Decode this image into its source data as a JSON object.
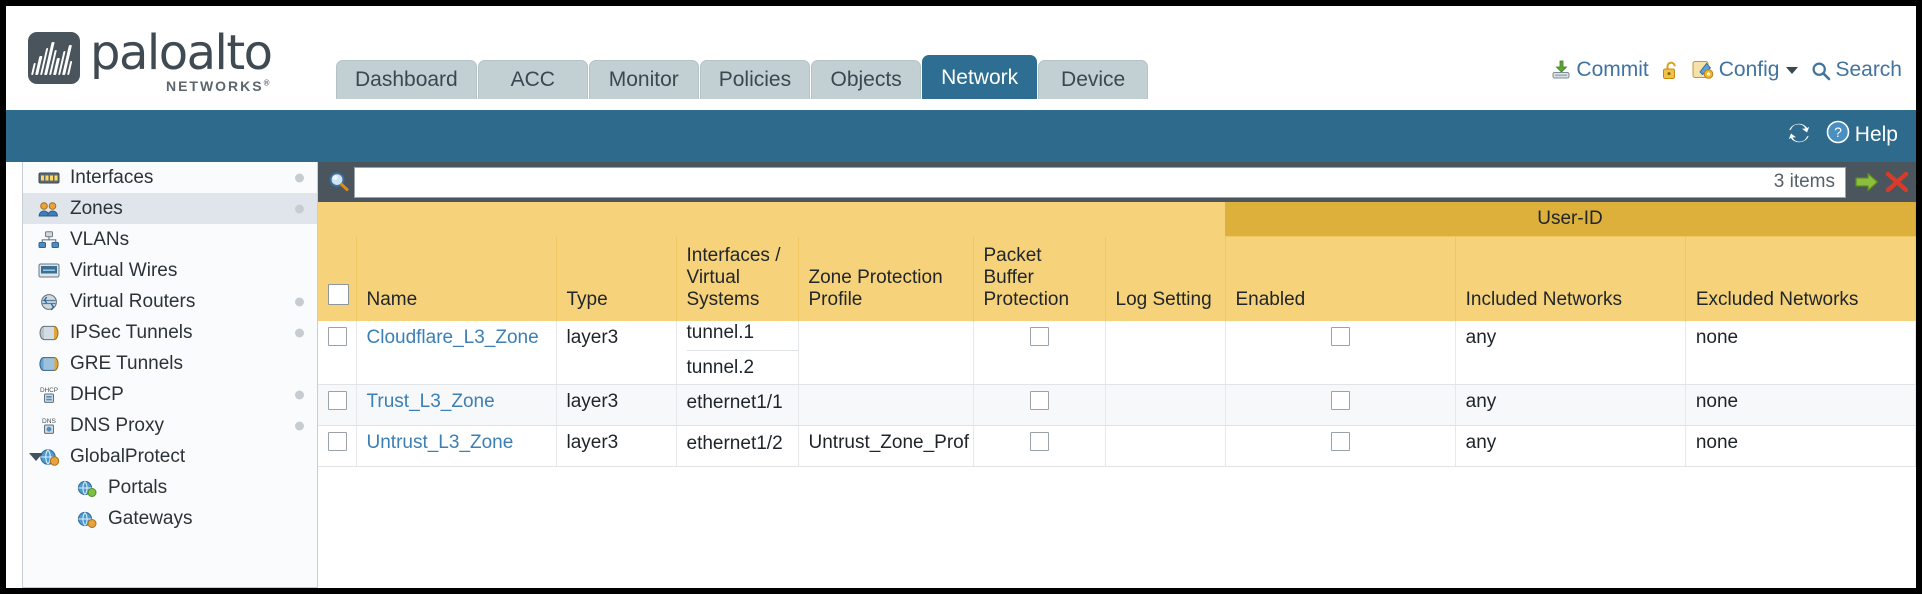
{
  "brand": {
    "word": "paloalto",
    "sub": "NETWORKS",
    "sub_mark": "®"
  },
  "tabs": [
    {
      "label": "Dashboard",
      "active": false
    },
    {
      "label": "ACC",
      "active": false
    },
    {
      "label": "Monitor",
      "active": false
    },
    {
      "label": "Policies",
      "active": false
    },
    {
      "label": "Objects",
      "active": false
    },
    {
      "label": "Network",
      "active": true
    },
    {
      "label": "Device",
      "active": false
    }
  ],
  "header_actions": {
    "commit": "Commit",
    "lock_icon": "padlock-unlocked-icon",
    "config": "Config",
    "search": "Search"
  },
  "bluebar": {
    "refresh_icon": "refresh-icon",
    "help": "Help"
  },
  "sidebar": {
    "items": [
      {
        "label": "Interfaces",
        "icon": "interfaces-icon",
        "selected": false,
        "dot": true,
        "indent": false,
        "caret": false
      },
      {
        "label": "Zones",
        "icon": "zones-icon",
        "selected": true,
        "dot": true,
        "indent": false,
        "caret": false
      },
      {
        "label": "VLANs",
        "icon": "vlans-icon",
        "selected": false,
        "dot": false,
        "indent": false,
        "caret": false
      },
      {
        "label": "Virtual Wires",
        "icon": "virtual-wires-icon",
        "selected": false,
        "dot": false,
        "indent": false,
        "caret": false
      },
      {
        "label": "Virtual Routers",
        "icon": "virtual-routers-icon",
        "selected": false,
        "dot": true,
        "indent": false,
        "caret": false
      },
      {
        "label": "IPSec Tunnels",
        "icon": "ipsec-tunnels-icon",
        "selected": false,
        "dot": true,
        "indent": false,
        "caret": false
      },
      {
        "label": "GRE Tunnels",
        "icon": "gre-tunnels-icon",
        "selected": false,
        "dot": false,
        "indent": false,
        "caret": false
      },
      {
        "label": "DHCP",
        "icon": "dhcp-icon",
        "selected": false,
        "dot": true,
        "indent": false,
        "caret": false
      },
      {
        "label": "DNS Proxy",
        "icon": "dns-proxy-icon",
        "selected": false,
        "dot": true,
        "indent": false,
        "caret": false
      },
      {
        "label": "GlobalProtect",
        "icon": "globalprotect-icon",
        "selected": false,
        "dot": false,
        "indent": false,
        "caret": true
      },
      {
        "label": "Portals",
        "icon": "portals-icon",
        "selected": false,
        "dot": false,
        "indent": true,
        "caret": false
      },
      {
        "label": "Gateways",
        "icon": "gateways-icon",
        "selected": false,
        "dot": false,
        "indent": true,
        "caret": false
      }
    ]
  },
  "toolbar": {
    "search_icon": "search-icon",
    "search_value": "",
    "search_placeholder": "",
    "items_count": "3 items",
    "apply_icon": "apply-filter-arrow-icon",
    "clear_icon": "clear-filter-x-icon"
  },
  "table": {
    "group_header": {
      "label": "User-ID",
      "span": 3
    },
    "columns": [
      {
        "key": "checkbox",
        "label": ""
      },
      {
        "key": "name",
        "label": "Name"
      },
      {
        "key": "type",
        "label": "Type"
      },
      {
        "key": "iface",
        "label": "Interfaces / Virtual Systems"
      },
      {
        "key": "zpp",
        "label": "Zone Protection Profile"
      },
      {
        "key": "pbp",
        "label": "Packet Buffer Protection"
      },
      {
        "key": "log",
        "label": "Log Setting"
      },
      {
        "key": "enabled",
        "label": "Enabled"
      },
      {
        "key": "included",
        "label": "Included Networks"
      },
      {
        "key": "excluded",
        "label": "Excluded Networks"
      }
    ],
    "rows": [
      {
        "checked": false,
        "name": "Cloudflare_L3_Zone",
        "type": "layer3",
        "interfaces": [
          "tunnel.1",
          "tunnel.2"
        ],
        "zone_protection_profile": "",
        "packet_buffer_protection": false,
        "log_setting": "",
        "user_id_enabled": false,
        "included_networks": "any",
        "excluded_networks": "none"
      },
      {
        "checked": false,
        "name": "Trust_L3_Zone",
        "type": "layer3",
        "interfaces": [
          "ethernet1/1"
        ],
        "zone_protection_profile": "",
        "packet_buffer_protection": false,
        "log_setting": "",
        "user_id_enabled": false,
        "included_networks": "any",
        "excluded_networks": "none"
      },
      {
        "checked": false,
        "name": "Untrust_L3_Zone",
        "type": "layer3",
        "interfaces": [
          "ethernet1/2"
        ],
        "zone_protection_profile": "Untrust_Zone_Prof",
        "packet_buffer_protection": false,
        "log_setting": "",
        "user_id_enabled": false,
        "included_networks": "any",
        "excluded_networks": "none"
      }
    ]
  },
  "colors": {
    "brand_blue": "#2d6a8c",
    "table_header": "#f6d37a",
    "group_header": "#ddb03b",
    "link": "#3b7fb5",
    "toolbar_dark": "#4a555d"
  }
}
